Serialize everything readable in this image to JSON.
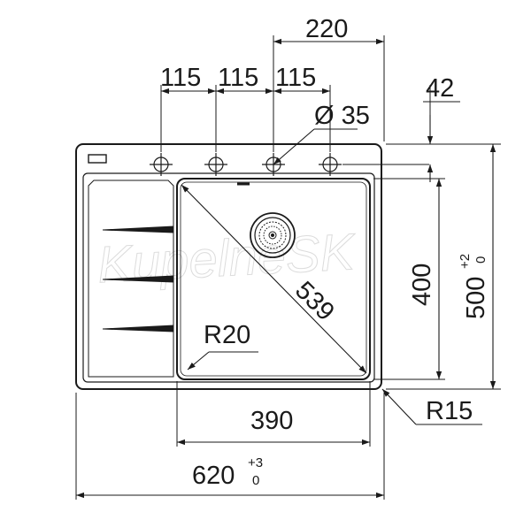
{
  "drawing": {
    "top_dims": {
      "overall_holes_span": "220",
      "hole_spacing_1": "115",
      "hole_spacing_2": "115",
      "hole_spacing_3": "115",
      "hole_diameter": "Ø 35",
      "edge_to_holes": "42"
    },
    "right_dims": {
      "bowl_depth": "400",
      "overall_depth": "500",
      "overall_depth_tol_upper": "+2",
      "overall_depth_tol_lower": "0"
    },
    "inner_dims": {
      "bowl_diagonal": "539",
      "bowl_corner_radius": "R20"
    },
    "outer_radius": "R15",
    "bottom_dims": {
      "bowl_width": "390",
      "overall_width": "620",
      "overall_width_tol_upper": "+3",
      "overall_width_tol_lower": "0"
    },
    "watermark": "KupelneSK"
  }
}
